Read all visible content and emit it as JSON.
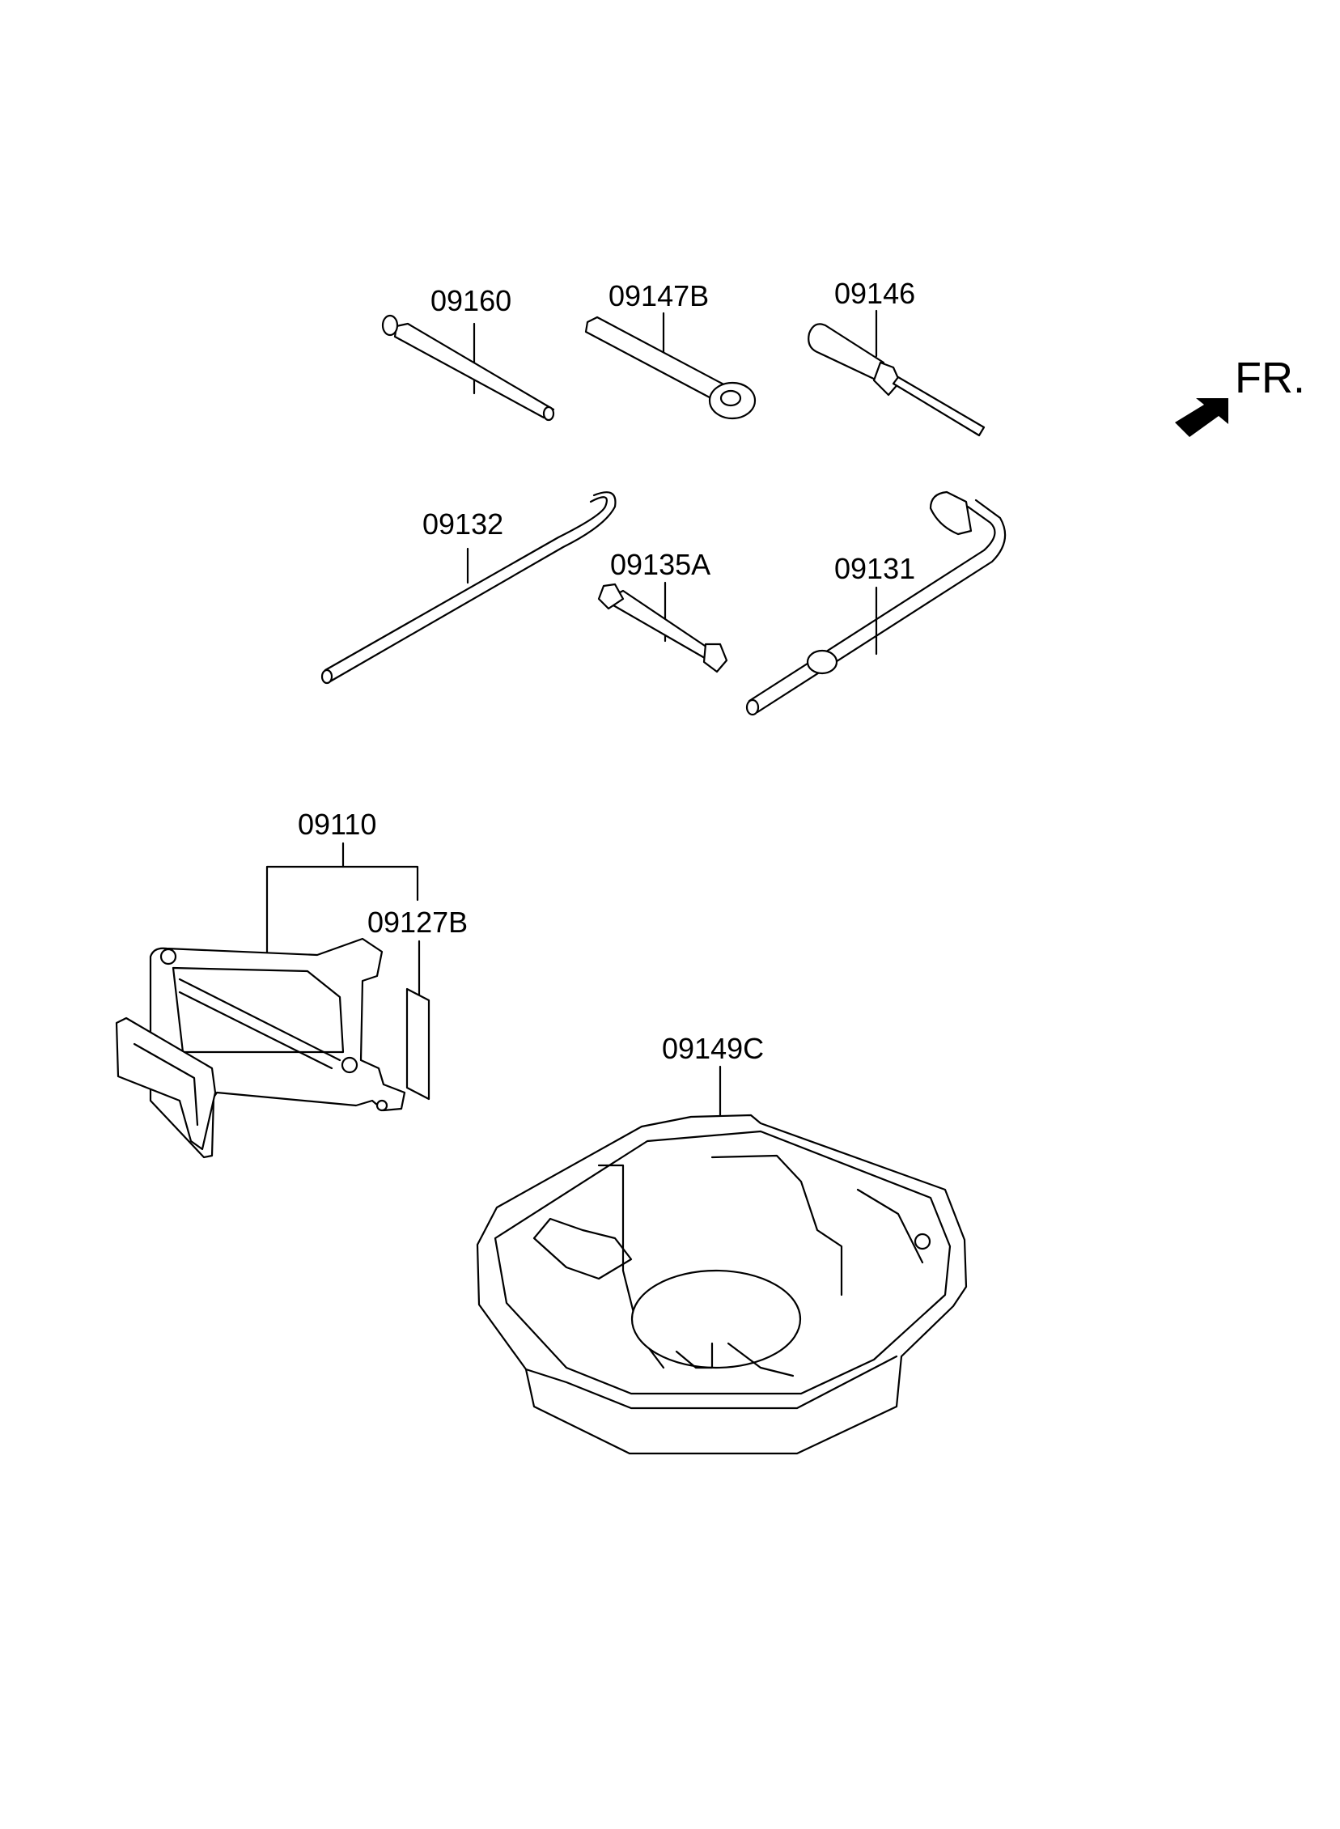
{
  "diagram": {
    "direction_label": "FR.",
    "parts": [
      {
        "id": "09160",
        "name": "rod"
      },
      {
        "id": "09147B",
        "name": "ring-wrench"
      },
      {
        "id": "09146",
        "name": "screwdriver"
      },
      {
        "id": "09132",
        "name": "hook-bar"
      },
      {
        "id": "09135A",
        "name": "open-wrench"
      },
      {
        "id": "09131",
        "name": "lug-wrench"
      },
      {
        "id": "09110",
        "name": "jack-assembly"
      },
      {
        "id": "09127B",
        "name": "label"
      },
      {
        "id": "09149C",
        "name": "tool-tray"
      }
    ]
  }
}
